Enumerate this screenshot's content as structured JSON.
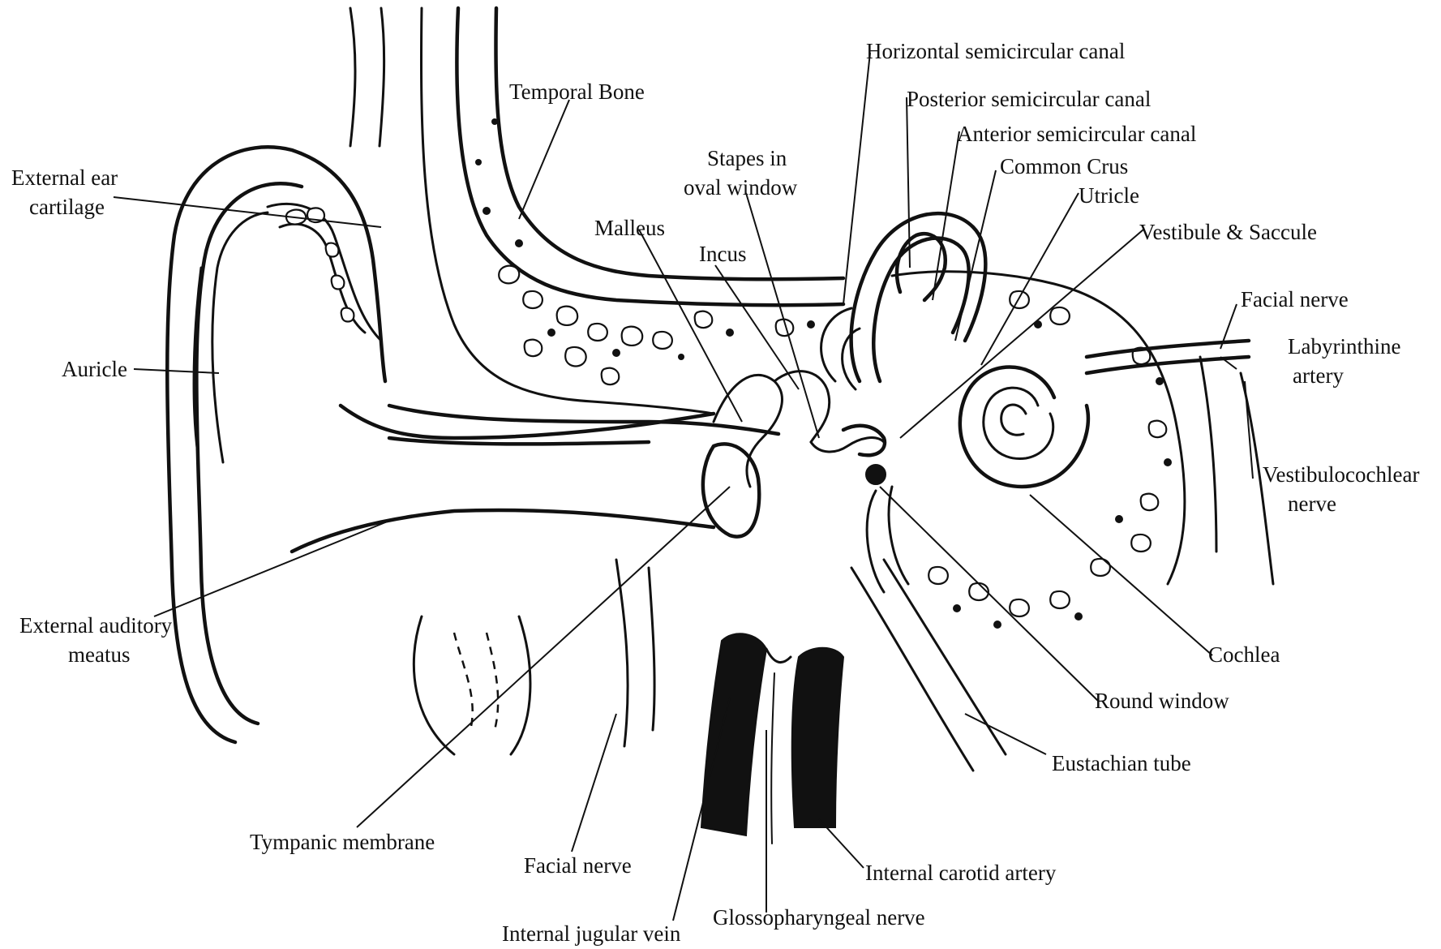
{
  "diagram": {
    "labels": {
      "temporal_bone": "Temporal Bone",
      "horizontal_canal": "Horizontal semicircular canal",
      "posterior_canal": "Posterior semicircular canal",
      "anterior_canal": "Anterior semicircular canal",
      "common_crus": "Common Crus",
      "utricle": "Utricle",
      "vestibule_saccule": "Vestibule & Saccule",
      "stapes_line1": "Stapes in",
      "stapes_line2": "oval window",
      "malleus": "Malleus",
      "incus": "Incus",
      "external_ear_line1": "External ear",
      "external_ear_line2": "cartilage",
      "auricle": "Auricle",
      "facial_nerve_right": "Facial nerve",
      "labyrinthine_line1": "Labyrinthine",
      "labyrinthine_line2": "artery",
      "vestibulocochlear_line1": "Vestibulocochlear",
      "vestibulocochlear_line2": "nerve",
      "external_meatus_line1": "External auditory",
      "external_meatus_line2": "meatus",
      "cochlea": "Cochlea",
      "round_window": "Round window",
      "eustachian_tube": "Eustachian tube",
      "tympanic_membrane": "Tympanic membrane",
      "facial_nerve_bottom": "Facial nerve",
      "internal_carotid": "Internal carotid artery",
      "glossopharyngeal": "Glossopharyngeal nerve",
      "internal_jugular": "Internal jugular vein"
    }
  }
}
